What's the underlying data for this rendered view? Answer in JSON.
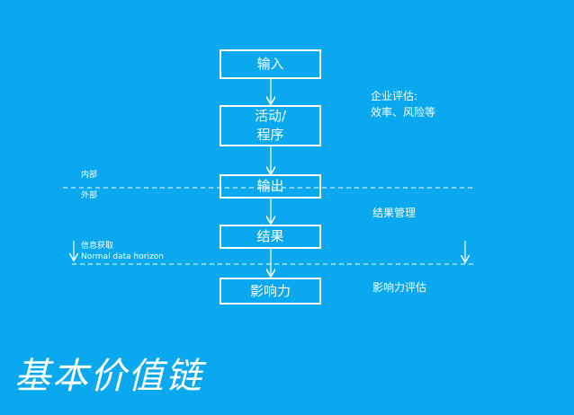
{
  "diagram": {
    "title": "基本价值链",
    "steps": [
      {
        "id": "input",
        "label": "输入"
      },
      {
        "id": "activity",
        "label": "活动/\n程序"
      },
      {
        "id": "output",
        "label": "输出"
      },
      {
        "id": "outcome",
        "label": "结果"
      },
      {
        "id": "impact",
        "label": "影响力"
      }
    ],
    "side_notes": {
      "enterprise_eval": "企业评估:\n效率、风险等",
      "outcome_mgmt": "结果管理",
      "impact_eval": "影响力评估"
    },
    "boundary": {
      "internal": "内部",
      "external": "外部"
    },
    "info_note": {
      "line1": "信息获取",
      "line2": "Normal data horizon"
    },
    "colors": {
      "background": "#0aa8ee",
      "foreground": "#ffffff"
    }
  }
}
